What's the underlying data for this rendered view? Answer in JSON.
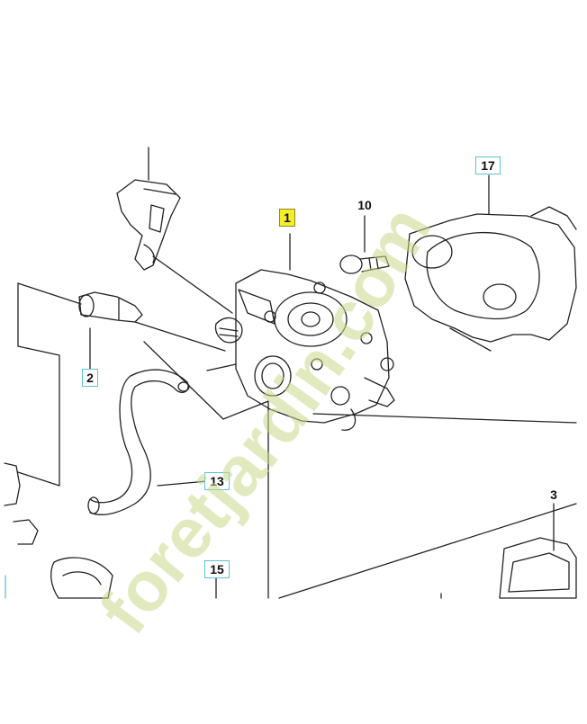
{
  "callouts": {
    "c1": "1",
    "c10": "10",
    "c17": "17",
    "c2": "2",
    "c13": "13",
    "c15": "15",
    "c3": "3"
  },
  "watermark": {
    "text": "foretjardin.com",
    "color": "#c9d98a"
  },
  "colors": {
    "line": "#222222",
    "callout_border": "#5ec3d8",
    "highlight": "#f5ec2a"
  }
}
